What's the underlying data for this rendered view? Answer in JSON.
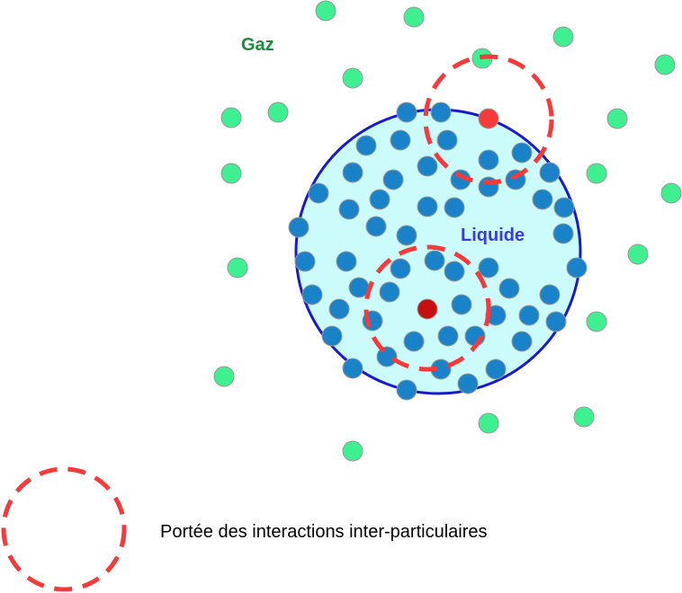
{
  "labels": {
    "gas": "Gaz",
    "liquid": "Liquide",
    "legend": "Portée des interactions inter-particulaires"
  },
  "colors": {
    "gas_particle": "#3ef08f",
    "gas_label": "#1e8b3a",
    "liquid_fill": "#ccfbfb",
    "liquid_border": "#1a1acc",
    "liquid_particle": "#1a82c8",
    "liquid_label": "#3a3ae0",
    "interaction_range": "#f43a3a",
    "surface_particle": "#f63a3a",
    "bulk_particle": "#c80f0f"
  }
}
